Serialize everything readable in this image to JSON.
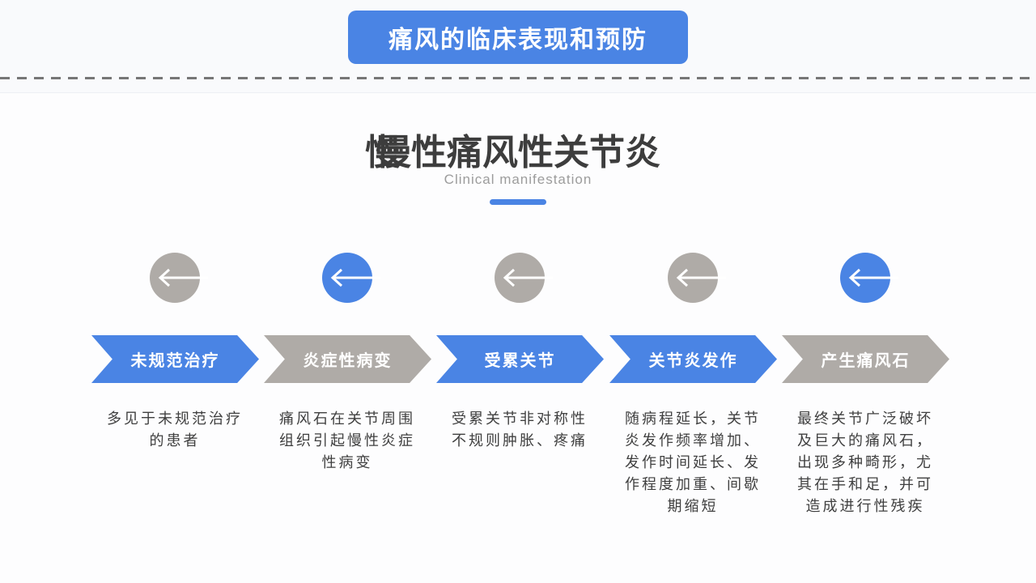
{
  "colors": {
    "accent_blue": "#4a84e4",
    "muted_gray": "#afaba7",
    "divider_gray": "#767676",
    "title_dark": "#3d3d3d",
    "subtitle_gray": "#9c9c9c"
  },
  "header": {
    "title": "痛风的临床表现和预防"
  },
  "section": {
    "title": "慢性痛风性关节炎",
    "title_ghost_char": "慢",
    "subtitle": "Clinical manifestation"
  },
  "stages": [
    {
      "label": "未规范治疗",
      "banner_color": "accent_blue",
      "circle_color": "muted_gray",
      "description": "多见于未规范治疗的患者"
    },
    {
      "label": "炎症性病变",
      "banner_color": "muted_gray",
      "circle_color": "accent_blue",
      "description": "痛风石在关节周围组织引起慢性炎症性病变"
    },
    {
      "label": "受累关节",
      "banner_color": "accent_blue",
      "circle_color": "muted_gray",
      "description": "受累关节非对称性不规则肿胀、疼痛"
    },
    {
      "label": "关节炎发作",
      "banner_color": "accent_blue",
      "circle_color": "muted_gray",
      "description": "随病程延长，关节炎发作频率增加、发作时间延长、发作程度加重、间歇期缩短"
    },
    {
      "label": "产生痛风石",
      "banner_color": "muted_gray",
      "circle_color": "accent_blue",
      "description": "最终关节广泛破坏及巨大的痛风石，出现多种畸形，尤其在手和足，并可造成进行性残疾"
    }
  ]
}
